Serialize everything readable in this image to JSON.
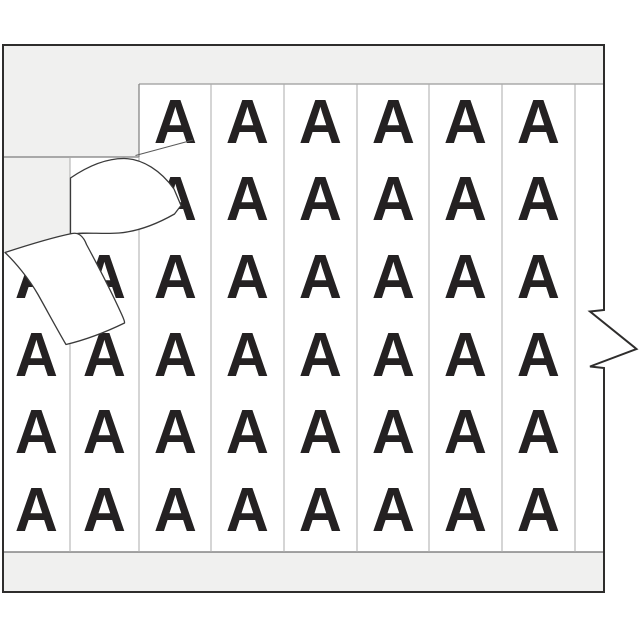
{
  "illustration": {
    "name": "wire-marker-card",
    "letter": "A",
    "grid": {
      "columns": 8,
      "rows": 6,
      "missing_cells": [
        [
          0,
          0
        ],
        [
          0,
          1
        ],
        [
          1,
          0
        ]
      ]
    },
    "peeled_labels_count": 2,
    "colors": {
      "background": "#ffffff",
      "card_fill": "#ffffff",
      "liner_gray": "#f0f0ef",
      "outline_dark": "#2e2d2c",
      "separator_gray": "#ababab",
      "letter_black": "#242122"
    }
  }
}
